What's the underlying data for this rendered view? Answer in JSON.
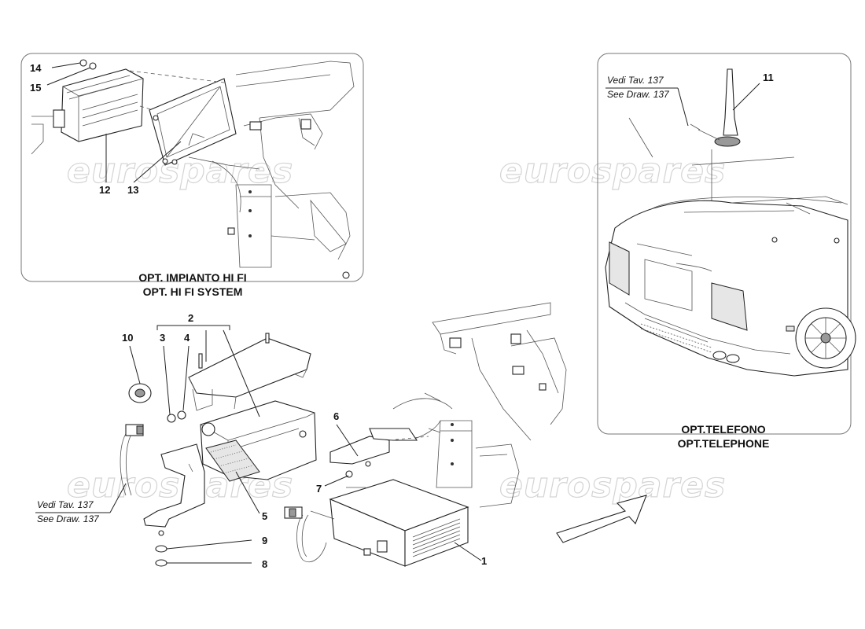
{
  "callouts": [
    "1",
    "2",
    "3",
    "4",
    "5",
    "6",
    "7",
    "8",
    "9",
    "10",
    "11",
    "12",
    "13",
    "14",
    "15"
  ],
  "panels": {
    "hifi": {
      "caption_line1": "OPT. IMPIANTO HI FI",
      "caption_line2": "OPT. HI FI SYSTEM"
    },
    "telephone": {
      "caption_line1": "OPT.TELEFONO",
      "caption_line2": "OPT.TELEPHONE"
    }
  },
  "references": {
    "antenna_ref_it": "Vedi Tav. 137",
    "antenna_ref_en": "See Draw. 137",
    "cable_ref_it": "Vedi Tav. 137",
    "cable_ref_en": "See Draw. 137"
  },
  "watermark": "eurospares"
}
